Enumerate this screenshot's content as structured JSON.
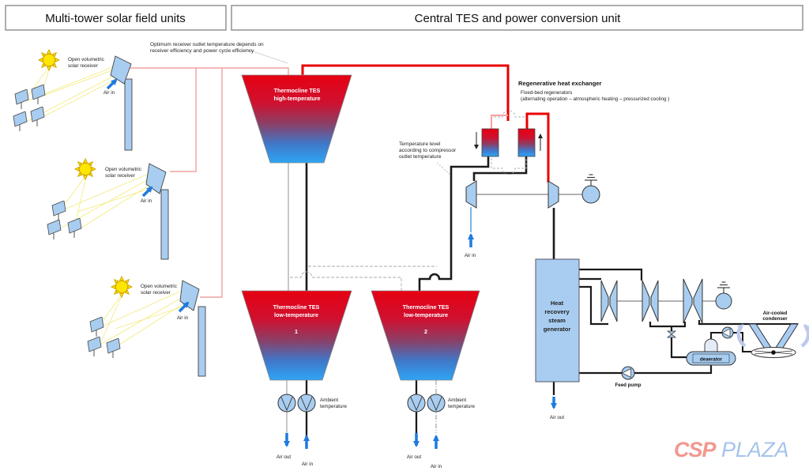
{
  "headers": {
    "left": "Multi-tower solar field units",
    "right": "Central TES and power conversion unit"
  },
  "notes": {
    "optimum_line1": "Optimum receiver outlet temperature depends on",
    "optimum_line2": "receiver efficiency and power cycle efficiency",
    "temp_line1": "Temperature level",
    "temp_line2": "according to compressor",
    "temp_line3": "outlet temperature",
    "regen_title": "Regenerative heat exchanger",
    "regen_sub1": "Fixed-bed regenerators",
    "regen_sub2": "(alternating operation – atmospheric heating – pressurized cooling )"
  },
  "solar": {
    "receiver_line1": "Open volumetric",
    "receiver_line2": "solar receiver",
    "air_in": "Air in"
  },
  "tanks": {
    "ht_line1": "Thermocline TES",
    "ht_line2": "high-temperature",
    "lt_line1": "Thermocline TES",
    "lt_line2": "low-temperature",
    "tank1_num": "1",
    "tank2_num": "2"
  },
  "labels": {
    "ambient_line1": "Ambient",
    "ambient_line2": "temperature",
    "air_in": "Air in",
    "air_out": "Air out",
    "hrsg_line1": "Heat",
    "hrsg_line2": "recovery",
    "hrsg_line3": "steam",
    "hrsg_line4": "generator",
    "feed_pump": "Feed pump",
    "deaerator": "deaerator",
    "condenser_line1": "Air-cooled",
    "condenser_line2": "condenser"
  },
  "watermark": {
    "csp": "CSP",
    "plaza": "PLAZA"
  },
  "colors": {
    "hot_red": "#e60012",
    "cold_blue": "#2fa5f5",
    "pipe_red": "#e80000",
    "pipe_pink": "#f2a0a0",
    "component_blue": "#a8cdf0",
    "arrow_blue": "#1f7ae0",
    "watermark_csp": "#f2988e",
    "watermark_plaza": "#a6c3ea"
  }
}
